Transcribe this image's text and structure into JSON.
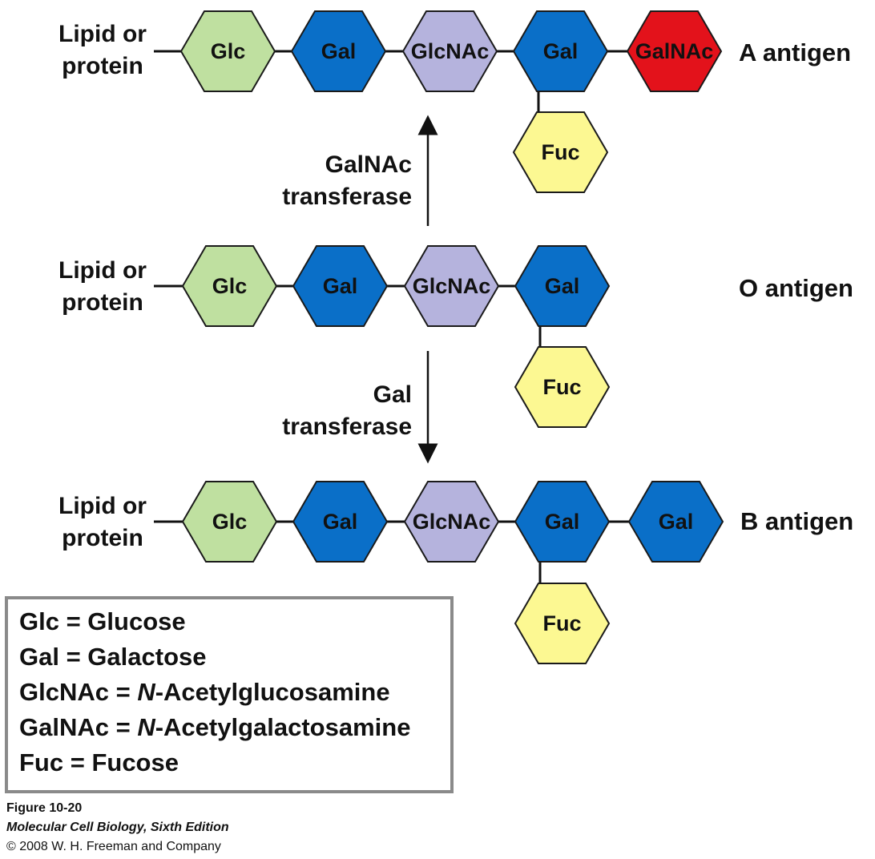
{
  "colors": {
    "Glc": "#bfe0a0",
    "Gal": "#0a6fc8",
    "GlcNAc": "#b5b3dd",
    "GalNAc": "#e3121b",
    "Fuc": "#fcf892",
    "stroke": "#1a1a1a",
    "legend_border": "#8a8a8a"
  },
  "rows": [
    {
      "anchor": [
        "Lipid or",
        "protein"
      ],
      "chain": [
        "Glc",
        "Gal",
        "GlcNAc",
        "Gal",
        "GalNAc"
      ],
      "branch": "Fuc",
      "branch_at": 3,
      "antigen": "A antigen"
    },
    {
      "anchor": [
        "Lipid or",
        "protein"
      ],
      "chain": [
        "Glc",
        "Gal",
        "GlcNAc",
        "Gal"
      ],
      "branch": "Fuc",
      "branch_at": 3,
      "antigen": "O antigen"
    },
    {
      "anchor": [
        "Lipid or",
        "protein"
      ],
      "chain": [
        "Glc",
        "Gal",
        "GlcNAc",
        "Gal",
        "Gal"
      ],
      "branch": "Fuc",
      "branch_at": 3,
      "antigen": "B antigen"
    }
  ],
  "enzymes": {
    "up": [
      "GalNAc",
      "transferase"
    ],
    "down": [
      "Gal",
      "transferase"
    ]
  },
  "legend": {
    "line1": "Glc = Glucose",
    "line2": "Gal = Galactose",
    "line3_abbr": "GlcNAc = ",
    "line3_italic": "N",
    "line3_rest": "-Acetylglucosamine",
    "line4_abbr": "GalNAc = ",
    "line4_italic": "N",
    "line4_rest": "-Acetylgalactosamine",
    "line5": "Fuc = Fucose"
  },
  "caption": {
    "figure": "Figure 10-20",
    "book": "Molecular Cell Biology, Sixth Edition",
    "copyright": "© 2008 W. H. Freeman and Company"
  }
}
